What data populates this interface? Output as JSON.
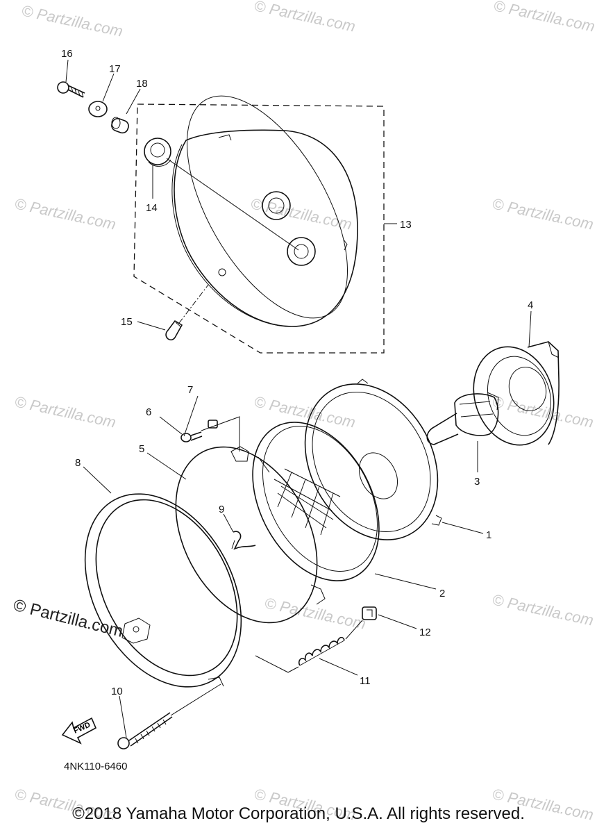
{
  "diagram": {
    "diagram_code": "4NK110-6460",
    "copyright": "©2018 Yamaha Motor Corporation, U.S.A. All rights reserved.",
    "fwd_label": "FWD",
    "watermark_small": "© Partzilla.com",
    "watermark_large": "© Partzilla.com",
    "callouts": [
      "1",
      "2",
      "3",
      "4",
      "5",
      "6",
      "7",
      "8",
      "9",
      "10",
      "11",
      "12",
      "13",
      "14",
      "15",
      "16",
      "17",
      "18"
    ]
  }
}
